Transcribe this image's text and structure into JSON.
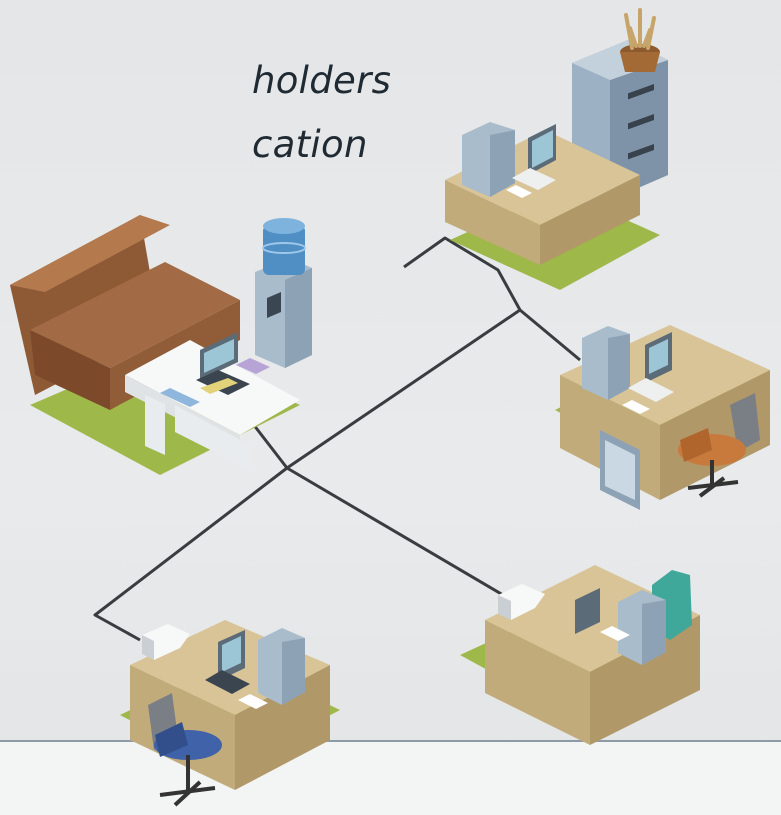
{
  "heading": {
    "line1": "holders",
    "line2": "cation"
  },
  "colors": {
    "background": "#e6e8ea",
    "network_cable": "#3a3d40",
    "floor_mat": "#9fb84a",
    "desk_top": "#d8c497",
    "desk_front": "#c2ab7a",
    "computer": "#a9bccb",
    "sofa": "#a36b45",
    "water_jug": "#4f8fc4",
    "chair_orange": "#c87a3d",
    "chair_blue": "#3f62a8",
    "chair_teal": "#3fa89a"
  },
  "icons": {
    "workstations": [
      "desk-with-plant-and-cabinet",
      "desk-with-orange-chair",
      "desk-with-blue-chair",
      "desk-with-teal-chair",
      "lounge-with-sofa-and-water-cooler"
    ]
  }
}
